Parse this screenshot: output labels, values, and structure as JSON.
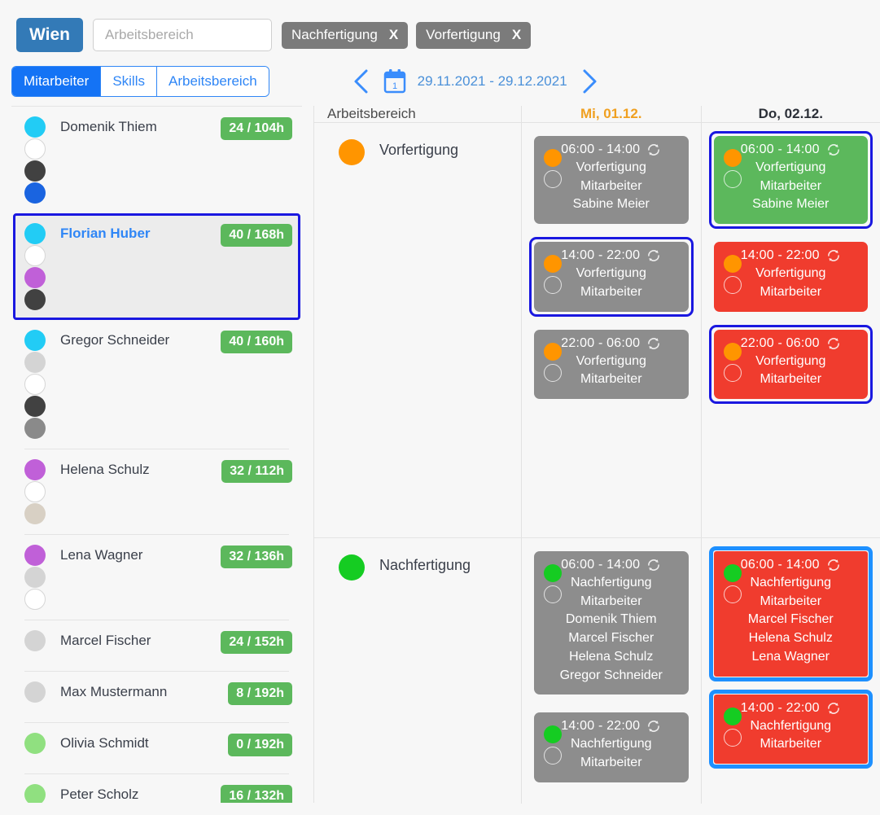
{
  "topbar": {
    "city_label": "Wien",
    "search_placeholder": "Arbeitsbereich",
    "search_value": "",
    "chips": [
      {
        "label": "Nachfertigung",
        "close": "X"
      },
      {
        "label": "Vorfertigung",
        "close": "X"
      }
    ]
  },
  "tabs": [
    {
      "label": "Mitarbeiter",
      "active": true
    },
    {
      "label": "Skills",
      "active": false
    },
    {
      "label": "Arbeitsbereich",
      "active": false
    }
  ],
  "datenav": {
    "prev_icon": "chevron-left-icon",
    "next_icon": "chevron-right-icon",
    "calendar_icon": "calendar-icon",
    "calendar_day": "1",
    "range": "29.11.2021 - 29.12.2021"
  },
  "colors": {
    "accent_blue": "#1473f5",
    "brand_blue": "#337ab7",
    "green_badge": "#5cb85c",
    "chip_grey": "#7b7b7b",
    "card_grey": "#8d8d8d",
    "card_green": "#5cb85c",
    "card_red": "#f03c2e",
    "select_navy": "#1a18e0",
    "select_blue": "#1e90ff",
    "today_orange": "#f0a020",
    "area_orange": "#ff9500",
    "area_green": "#15cc22"
  },
  "employees": [
    {
      "name": "Domenik Thiem",
      "hours": "24 / 104h",
      "selected": false,
      "dots": [
        "#22ccf5",
        "ring",
        "#414141",
        "#1a64e0"
      ]
    },
    {
      "name": "Florian Huber",
      "hours": "40 / 168h",
      "selected": true,
      "dots": [
        "#22ccf5",
        "ring",
        "#c060d8",
        "#414141"
      ]
    },
    {
      "name": "Gregor Schneider",
      "hours": "40 / 160h",
      "selected": false,
      "dots": [
        "#22ccf5",
        "#d4d4d4",
        "ring",
        "#414141",
        "#8a8a8a"
      ]
    },
    {
      "name": "Helena Schulz",
      "hours": "32 / 112h",
      "selected": false,
      "dots": [
        "#c060d8",
        "ring",
        "#d8d0c4"
      ]
    },
    {
      "name": "Lena Wagner",
      "hours": "32 / 136h",
      "selected": false,
      "dots": [
        "#c060d8",
        "#d4d4d4",
        "ring"
      ]
    },
    {
      "name": "Marcel Fischer",
      "hours": "24 / 152h",
      "selected": false,
      "dots": [
        "#d4d4d4"
      ]
    },
    {
      "name": "Max Mustermann",
      "hours": "8 / 192h",
      "selected": false,
      "dots": [
        "#d4d4d4"
      ]
    },
    {
      "name": "Olivia Schmidt",
      "hours": "0 / 192h",
      "selected": false,
      "dots": [
        "#90e080"
      ]
    },
    {
      "name": "Peter Scholz",
      "hours": "16 / 132h",
      "selected": false,
      "dots": [
        "#90e080",
        "#ffc107"
      ]
    }
  ],
  "grid": {
    "area_column_header": "Arbeitsbereich",
    "days": [
      {
        "label": "Mi, 01.12.",
        "today": true
      },
      {
        "label": "Do, 02.12.",
        "today": false
      }
    ],
    "areas": [
      {
        "name": "Vorfertigung",
        "dot_color": "#ff9500",
        "cells": [
          {
            "cards": [
              {
                "time": "06:00 - 14:00",
                "status": "grey",
                "highlight": "none",
                "dot_color": "#ff9500",
                "lines": [
                  "Vorfertigung",
                  "Mitarbeiter",
                  "Sabine Meier"
                ]
              },
              {
                "time": "14:00 - 22:00",
                "status": "grey",
                "highlight": "navy",
                "dot_color": "#ff9500",
                "lines": [
                  "Vorfertigung",
                  "Mitarbeiter"
                ]
              },
              {
                "time": "22:00 - 06:00",
                "status": "grey",
                "highlight": "none",
                "dot_color": "#ff9500",
                "lines": [
                  "Vorfertigung",
                  "Mitarbeiter"
                ]
              }
            ]
          },
          {
            "cards": [
              {
                "time": "06:00 - 14:00",
                "status": "green",
                "highlight": "navy",
                "dot_color": "#ff9500",
                "lines": [
                  "Vorfertigung",
                  "Mitarbeiter",
                  "Sabine Meier"
                ]
              },
              {
                "time": "14:00 - 22:00",
                "status": "red",
                "highlight": "none",
                "dot_color": "#ff9500",
                "lines": [
                  "Vorfertigung",
                  "Mitarbeiter"
                ]
              },
              {
                "time": "22:00 - 06:00",
                "status": "red",
                "highlight": "navy",
                "dot_color": "#ff9500",
                "lines": [
                  "Vorfertigung",
                  "Mitarbeiter"
                ]
              }
            ]
          }
        ]
      },
      {
        "name": "Nachfertigung",
        "dot_color": "#15cc22",
        "cells": [
          {
            "cards": [
              {
                "time": "06:00 - 14:00",
                "status": "grey",
                "highlight": "none",
                "dot_color": "#15cc22",
                "lines": [
                  "Nachfertigung",
                  "Mitarbeiter",
                  "Domenik Thiem",
                  "Marcel Fischer",
                  "Helena Schulz",
                  "Gregor Schneider"
                ]
              },
              {
                "time": "14:00 - 22:00",
                "status": "grey",
                "highlight": "none",
                "dot_color": "#15cc22",
                "lines": [
                  "Nachfertigung",
                  "Mitarbeiter"
                ]
              }
            ]
          },
          {
            "cards": [
              {
                "time": "06:00 - 14:00",
                "status": "red",
                "highlight": "blue",
                "dot_color": "#15cc22",
                "lines": [
                  "Nachfertigung",
                  "Mitarbeiter",
                  "Marcel Fischer",
                  "Helena Schulz",
                  "Lena Wagner"
                ]
              },
              {
                "time": "14:00 - 22:00",
                "status": "red",
                "highlight": "blue",
                "dot_color": "#15cc22",
                "lines": [
                  "Nachfertigung",
                  "Mitarbeiter"
                ]
              }
            ]
          }
        ]
      }
    ]
  }
}
